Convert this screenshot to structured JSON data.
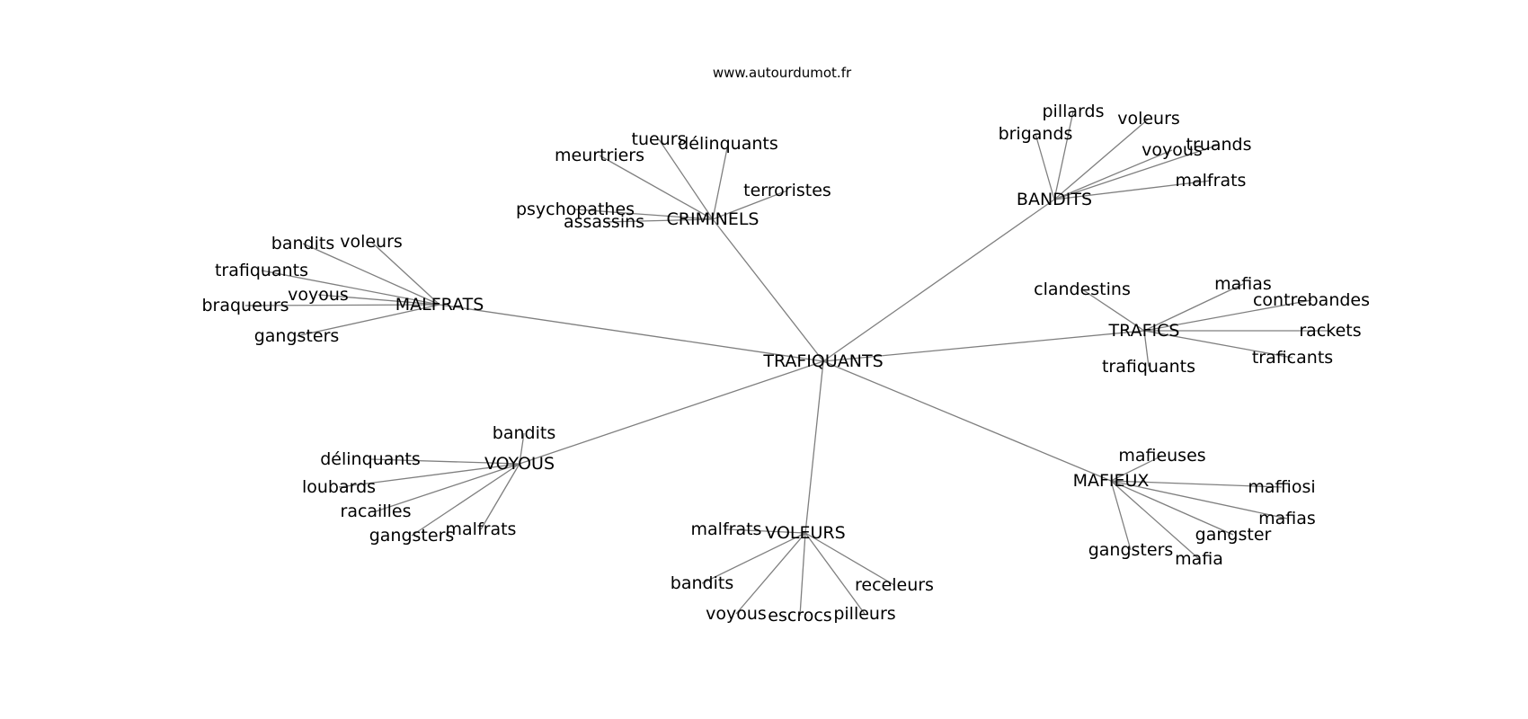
{
  "site": "www.autourdumot.fr",
  "colors": {
    "edge": "#7f7f7f",
    "text": "#000000",
    "background": "#ffffff"
  },
  "graph": {
    "center": "TRAFIQUANTS",
    "clusters": [
      {
        "hub": "CRIMINELS",
        "words": [
          "meurtriers",
          "tueurs",
          "délinquants",
          "terroristes",
          "psychopathes",
          "assassins"
        ]
      },
      {
        "hub": "BANDITS",
        "words": [
          "pillards",
          "voleurs",
          "brigands",
          "voyous",
          "truands",
          "malfrats"
        ]
      },
      {
        "hub": "MALFRATS",
        "words": [
          "bandits",
          "voleurs",
          "trafiquants",
          "voyous",
          "braqueurs",
          "gangsters"
        ]
      },
      {
        "hub": "TRAFICS",
        "words": [
          "clandestins",
          "mafias",
          "contrebandes",
          "rackets",
          "traficants",
          "trafiquants"
        ]
      },
      {
        "hub": "VOYOUS",
        "words": [
          "bandits",
          "délinquants",
          "loubards",
          "racailles",
          "gangsters",
          "malfrats"
        ]
      },
      {
        "hub": "VOLEURS",
        "words": [
          "malfrats",
          "bandits",
          "voyous",
          "escrocs",
          "pilleurs",
          "receleurs"
        ]
      },
      {
        "hub": "MAFIEUX",
        "words": [
          "mafieuses",
          "maffiosi",
          "mafias",
          "gangster",
          "mafia",
          "gangsters"
        ]
      }
    ]
  }
}
